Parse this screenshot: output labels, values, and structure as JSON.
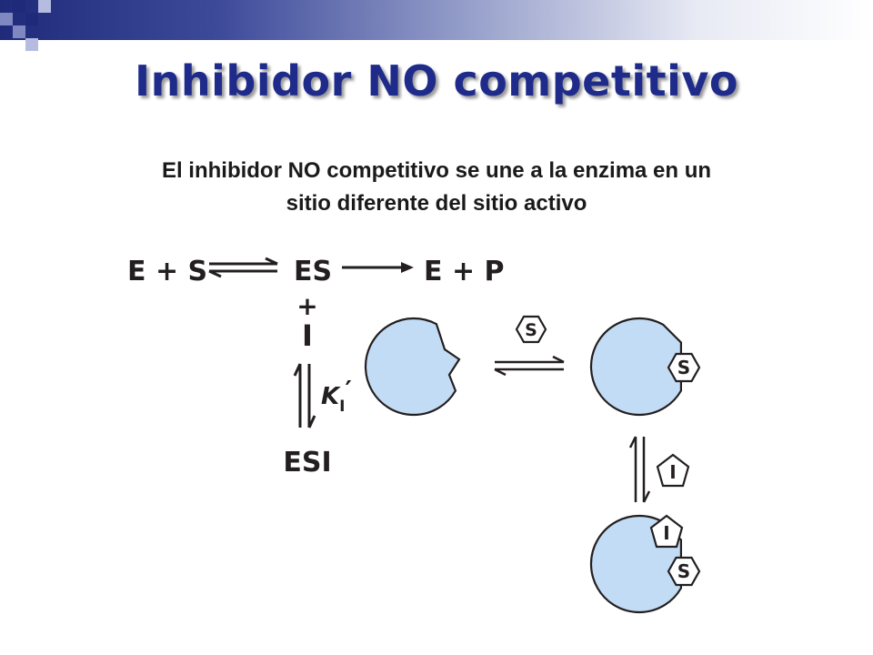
{
  "slide": {
    "title": "Inhibidor NO competitivo",
    "description_line1": "El inhibidor NO competitivo se une a la enzima en un",
    "description_line2": "sitio diferente del sitio activo"
  },
  "scheme": {
    "reactants": "E + S",
    "complex": "ES",
    "products": "E + P",
    "plus": "+",
    "inhibitor": "I",
    "constant_symbol": "K",
    "constant_subscript": "I",
    "constant_prime": "′",
    "ternary_complex": "ESI"
  },
  "symbols": {
    "substrate_label": "S",
    "inhibitor_label": "I"
  },
  "colors": {
    "title": "#1f2b8a",
    "enzyme_fill": "#c2dcf5",
    "outline": "#231f20",
    "header_band": "#1f2b7a"
  },
  "icons": {
    "enzyme": "enzyme-pacman-shape",
    "substrate": "hexagon",
    "inhibitor": "pentagon"
  }
}
